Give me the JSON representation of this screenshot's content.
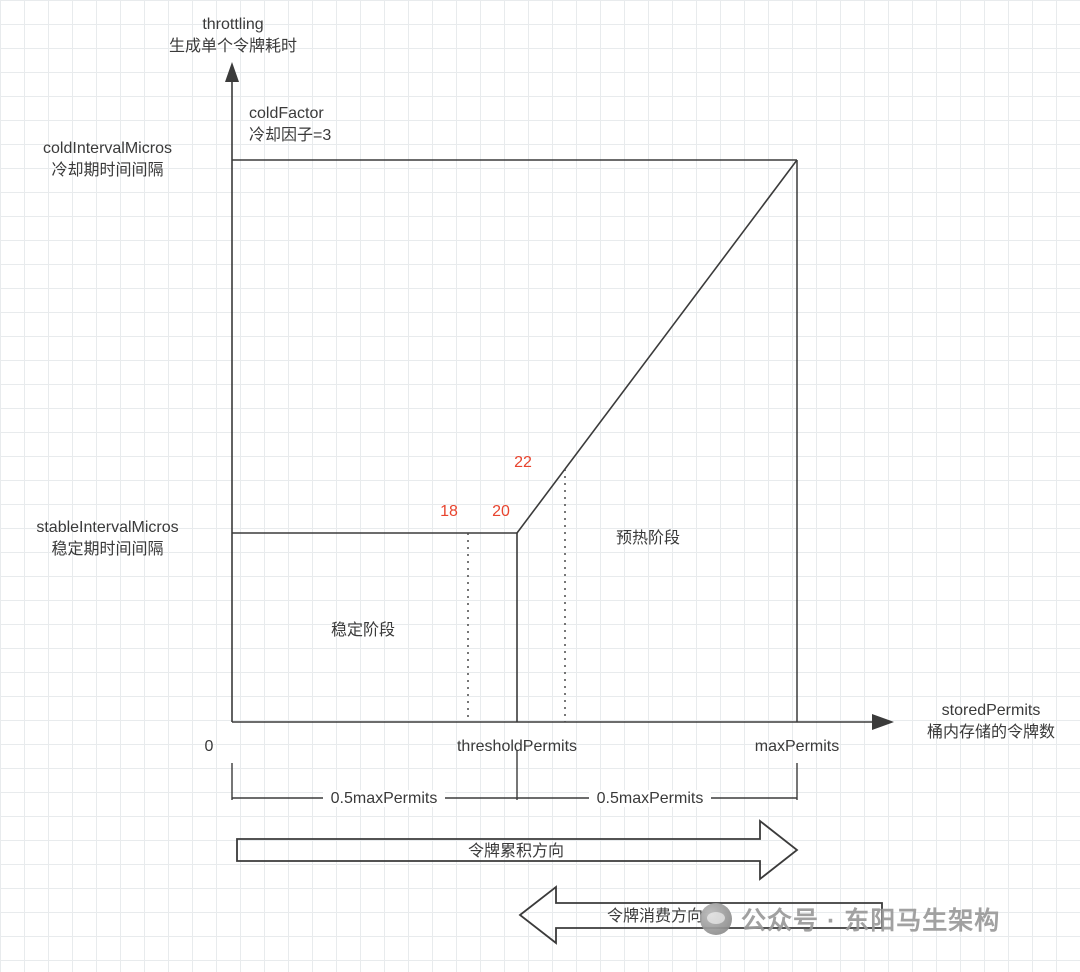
{
  "axes": {
    "y_title_line1": "throttling",
    "y_title_line2": "生成单个令牌耗时",
    "x_title_line1": "storedPermits",
    "x_title_line2": "桶内存储的令牌数",
    "cold_interval_line1": "coldIntervalMicros",
    "cold_interval_line2": "冷却期时间间隔",
    "stable_interval_line1": "stableIntervalMicros",
    "stable_interval_line2": "稳定期时间间隔",
    "origin_tick": "0",
    "threshold_tick": "thresholdPermits",
    "max_tick": "maxPermits"
  },
  "annotations": {
    "cold_factor_line1": "coldFactor",
    "cold_factor_line2": "冷却因子=3",
    "stable_phase": "稳定阶段",
    "warmup_phase": "预热阶段",
    "value_18": "18",
    "value_20": "20",
    "value_22": "22",
    "red_color": "#e8442e"
  },
  "measures": {
    "left_half": "0.5maxPermits",
    "right_half": "0.5maxPermits"
  },
  "arrows": {
    "accumulate_label": "令牌累积方向",
    "consume_label": "令牌消费方向"
  },
  "watermark": {
    "text": "公众号 · 东阳马生架构"
  }
}
